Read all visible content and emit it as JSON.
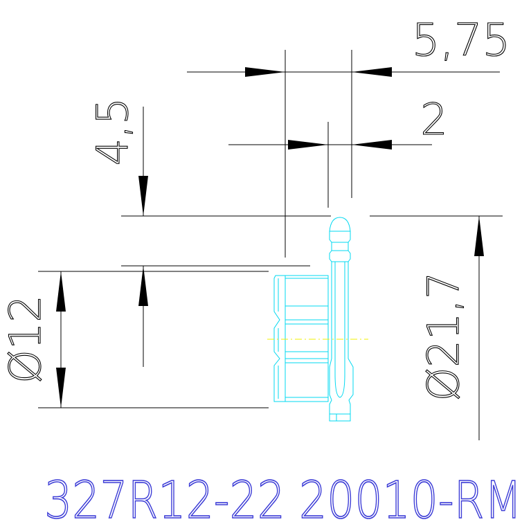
{
  "dimensions": {
    "width_total": "5,75",
    "width_blade": "2",
    "offset": "4,5",
    "bore_diameter": "Ø12",
    "outer_diameter": "Ø21,7"
  },
  "part": {
    "code": "327R12-22 20010-RM"
  },
  "colors": {
    "dimension_lines": "#000000",
    "part_outline": "#00d8f0",
    "centerline": "#f2f200",
    "part_code": "#3b3bd6"
  }
}
